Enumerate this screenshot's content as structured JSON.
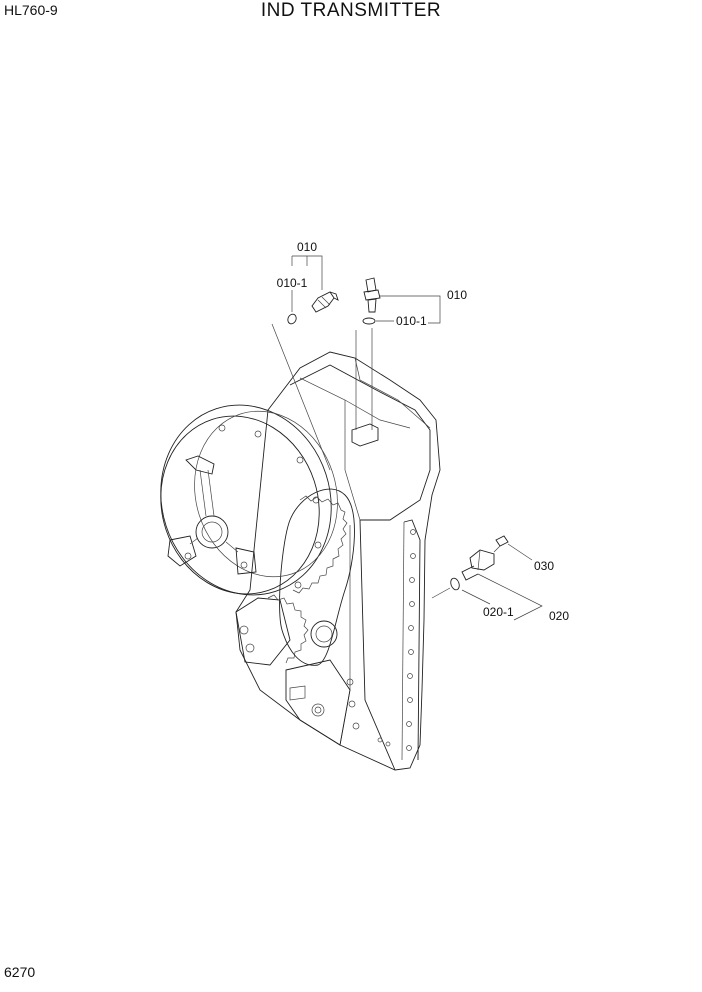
{
  "header": {
    "model": "HL760-9",
    "title": "IND TRANSMITTER"
  },
  "footer": {
    "page_number": "6270"
  },
  "callouts": {
    "c1": "010",
    "c2": "010-1",
    "c3": "010",
    "c4": "010-1",
    "c5": "030",
    "c6": "020-1",
    "c7": "020"
  }
}
